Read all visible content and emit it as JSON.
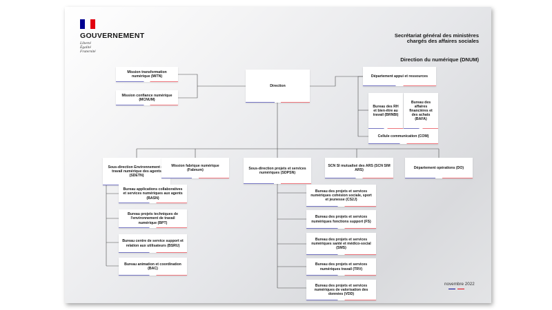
{
  "header": {
    "gov_wordmark": "GOUVERNEMENT",
    "motto": [
      "Liberté",
      "Égalité",
      "Fraternité"
    ],
    "secretariat": "Secrétariat général des ministères chargés des affaires sociales",
    "direction": "Direction du numérique (DNUM)"
  },
  "org": {
    "mitn": "Mission transformation numérique (MiTN)",
    "mcnum": "Mission confiance numérique (MCNUM)",
    "direction": "Direction",
    "daf": "Département appui et ressources",
    "brnbi": "Bureau des RH et bien-être au travail (BRNBI)",
    "bafa": "Bureau des affaires financières et des achats (BAFA)",
    "com": "Cellule communication (COM)",
    "sdetn": "Sous-direction Environnement de travail numérique des agents (SDETN)",
    "fabnum": "Mission fabrique numérique (Fabnum)",
    "sdpsn": "Sous-direction projets et services numériques (SDPSN)",
    "scn": "SCN SI mutualisé des ARS (SCN SIM ARS)",
    "do": "Département opérations (DO)",
    "basn": "Bureau applications collaboratives et services numériques aux agents (BASN)",
    "bpt": "Bureau projets techniques de l'environnement de travail numérique (BPT)",
    "bsru": "Bureau centre de service support et relation aux utilisateurs (BSRU)",
    "bac": "Bureau animation et coordination (BAC)",
    "cs2j": "Bureau des projets et services numériques cohésion sociale, sport et jeunesse (CS2J)",
    "fs": "Bureau des projets et services numériques fonctions support (FS)",
    "sms": "Bureau des projets et services numériques santé et médico-social (SMS)",
    "trv": "Bureau des projets et services numériques travail (TRV)",
    "vdd": "Bureau des projets et services numériques de valorisation des données (VDD)"
  },
  "footer": {
    "date": "novembre 2022"
  },
  "colors": {
    "blue": "#000091",
    "red": "#e1000f",
    "line": "#4a4a4a"
  }
}
